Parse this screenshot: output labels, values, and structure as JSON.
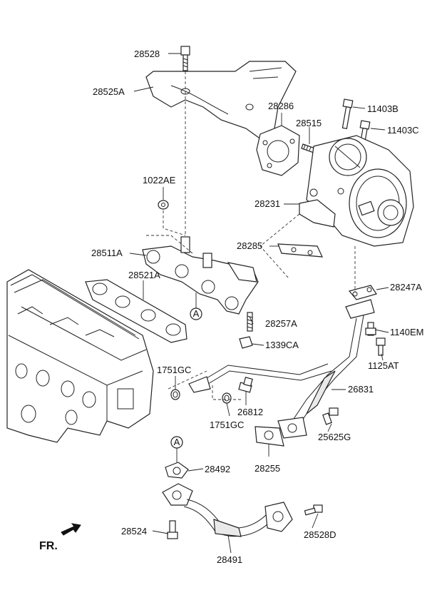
{
  "labels": {
    "p28528": "28528",
    "p28525A": "28525A",
    "p28286": "28286",
    "p11403B": "11403B",
    "p28515": "28515",
    "p11403C": "11403C",
    "p1022AE": "1022AE",
    "p28231": "28231",
    "p28285": "28285",
    "p28511A": "28511A",
    "p28521A": "28521A",
    "p28247A": "28247A",
    "p28257A": "28257A",
    "p1140EM": "1140EM",
    "p1339CA": "1339CA",
    "p1125AT": "1125AT",
    "p1751GC_a": "1751GC",
    "p26831": "26831",
    "p26812": "26812",
    "p1751GC_b": "1751GC",
    "p25625G": "25625G",
    "p28255": "28255",
    "p28492": "28492",
    "p28524": "28524",
    "p28528D": "28528D",
    "p28491": "28491"
  },
  "callouts": {
    "ref_a_upper": "A",
    "ref_a_lower": "A"
  },
  "orientation": {
    "front_label": "FR."
  }
}
